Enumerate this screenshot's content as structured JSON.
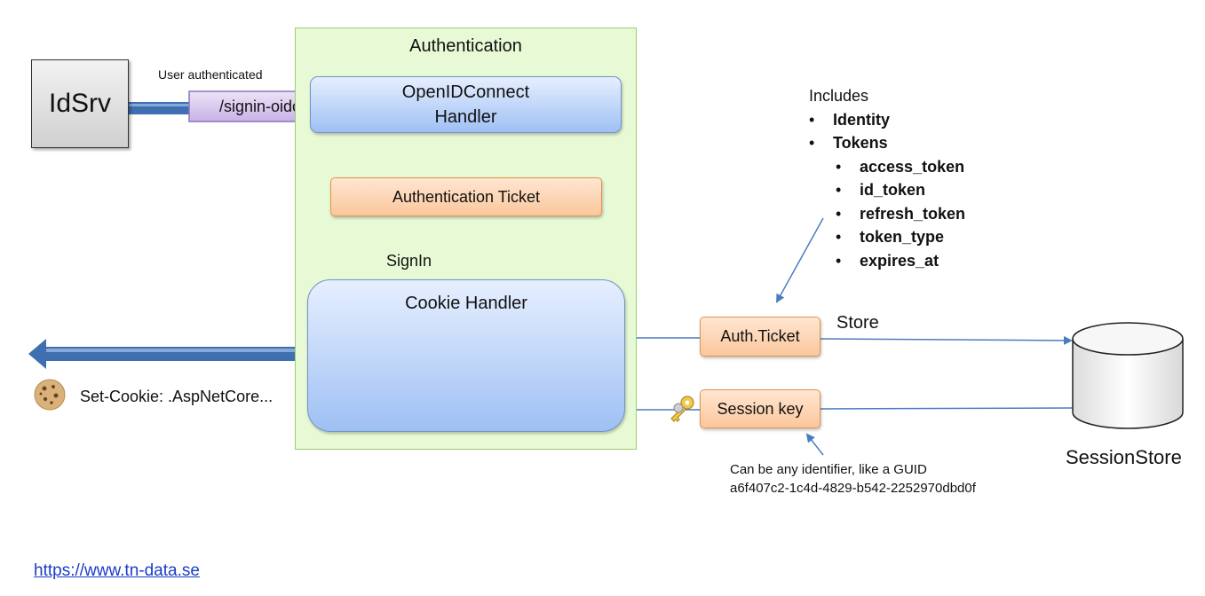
{
  "idsrv": {
    "label": "IdSrv"
  },
  "flow": {
    "user_authenticated": "User authenticated",
    "signin_oidc": "/signin-oidc"
  },
  "auth_panel": {
    "title": "Authentication",
    "oidc_handler_line1": "OpenIDConnect",
    "oidc_handler_line2": "Handler",
    "auth_ticket": "Authentication Ticket",
    "signin": "SignIn",
    "cookie_handler": "Cookie Handler"
  },
  "set_cookie": "Set-Cookie: .AspNetCore...",
  "includes": {
    "heading": "Includes",
    "items": [
      "Identity",
      "Tokens"
    ],
    "token_items": [
      "access_token",
      "id_token",
      "refresh_token",
      "token_type",
      "expires_at"
    ]
  },
  "auth_ticket_small": "Auth.Ticket",
  "store_label": "Store",
  "session_key": "Session key",
  "session_store": "SessionStore",
  "note": {
    "line1": "Can be any identifier, like a GUID",
    "line2": "a6f407c2-1c4d-4829-b542-2252970dbd0f"
  },
  "footer_link": "https://www.tn-data.se",
  "colors": {
    "panel_fill": "#e8fad5",
    "blue_box": "#9fc0f4",
    "orange_box": "#fbc79d",
    "arrow_blue": "#3f6fb0",
    "signin_oidc_fill": "#d6c6ee"
  },
  "icons": [
    "cookie-icon",
    "key-icon",
    "database-icon"
  ]
}
